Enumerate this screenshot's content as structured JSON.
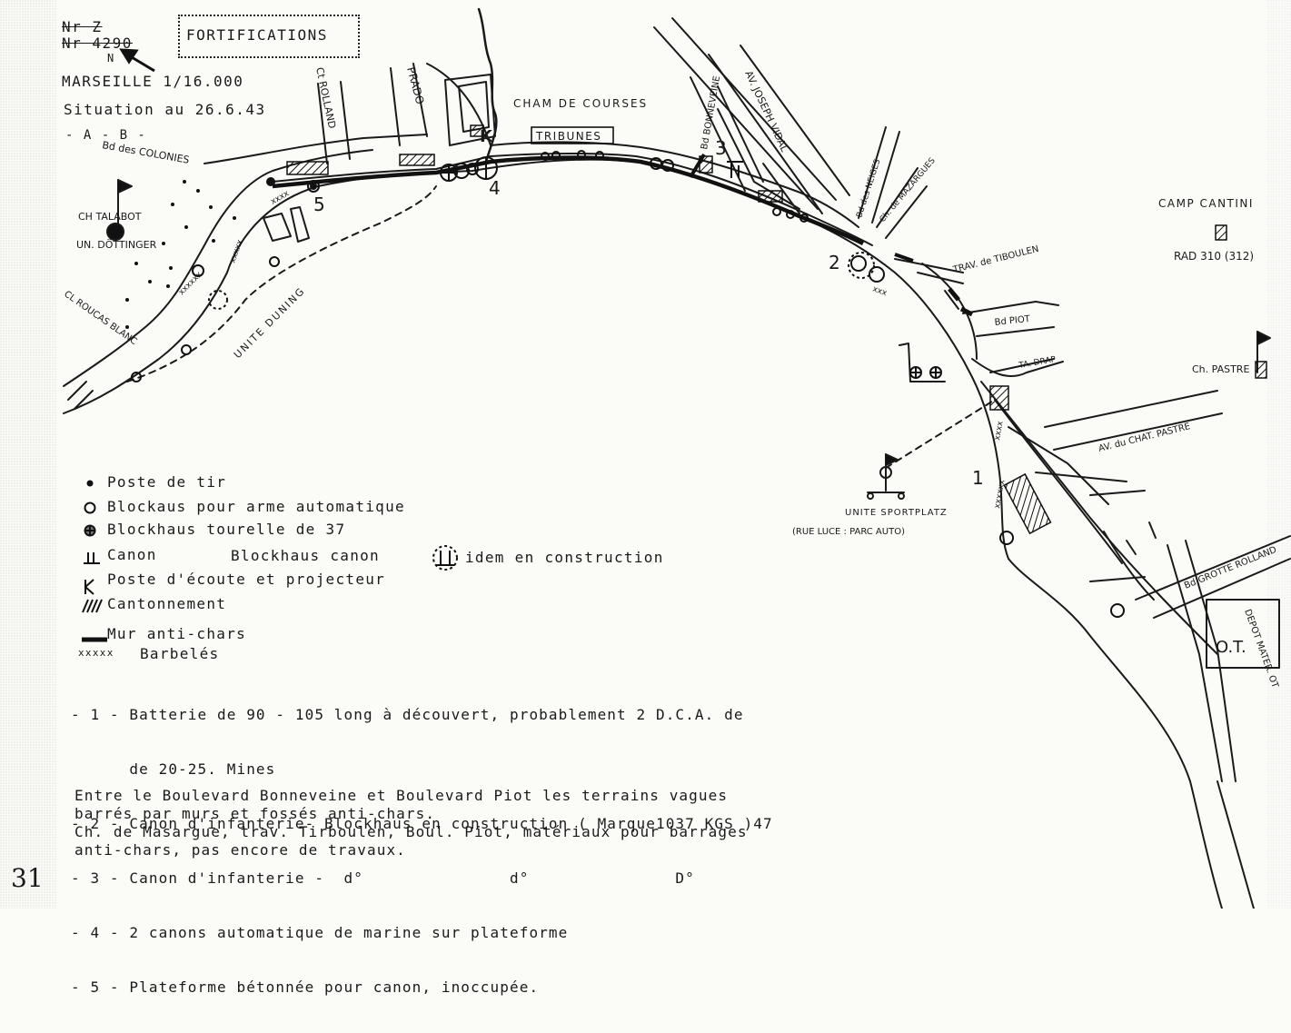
{
  "header": {
    "ref_line1": "Nr Z",
    "ref_line2": "Nr 4290",
    "north": "N",
    "title": "FORTIFICATIONS",
    "city_scale": "MARSEILLE 1/16.000",
    "situation": "Situation au 26.6.43",
    "parts": "- A - B -"
  },
  "map_labels": {
    "colonies": "Bd des COLONIES",
    "cl_rolland": "Ct ROLLAND",
    "prado": "PRADO",
    "cham_courses": "CHAM DE COURSES",
    "tribunes": "TRIBUNES",
    "bd_bonneveine": "Bd BONNEVEINE",
    "av_joseph_vidal": "AV. JOSEPH VIDAL",
    "bd_des_neiges": "Bd des NEIGES",
    "ch_mazargues": "Ch. de MAZARGUES",
    "ch_talabot": "CH TALABOT",
    "un_dottinger": "UN. DÖTTINGER",
    "cl_roucas": "CL ROUCAS BLANC",
    "unite_duning": "UNITE DUNING",
    "camp_cantini": "CAMP CANTINI",
    "rad": "RAD 310 (312)",
    "trav_tiboulen": "TRAV. de TIBOULEN",
    "bd_piot": "Bd PIOT",
    "ta_drap": "TA. DRAP",
    "ch_pastre": "Ch. PASTRE",
    "av_chat_pastre": "AV. du CHAT. PASTRE",
    "unite_sportplatz": "UNITE SPORTPLATZ",
    "rue_luce": "(RUE LUCE : PARC AUTO)",
    "grotte_rolland": "Bd GROTTE ROLLAND",
    "depot": "DEPOT MATER. OT",
    "depot_ot": "O.T.",
    "n1": "1",
    "n2": "2",
    "n3": "3",
    "n4": "4",
    "n5": "5"
  },
  "legend": [
    {
      "symbol": "dot-icon",
      "text": "Poste de tir"
    },
    {
      "symbol": "circle-icon",
      "text": "Blockaus pour arme automatique"
    },
    {
      "symbol": "cross-circle-icon",
      "text": "Blockhaus tourelle de 37"
    },
    {
      "symbol": "cannon-icon",
      "text": "Canon"
    },
    {
      "symbol": "cannon-blockhaus-icon",
      "text": "Blockhaus canon"
    },
    {
      "symbol": "construction-icon",
      "text": "idem en construction"
    },
    {
      "symbol": "listening-post-icon",
      "text": "Poste d'écoute et projecteur"
    },
    {
      "symbol": "hatch-icon",
      "text": "Cantonnement"
    },
    {
      "symbol": "wall-icon",
      "text": "Mur anti-chars"
    },
    {
      "symbol": "barbed-wire-icon",
      "text": "Barbelés"
    }
  ],
  "legend_symbols": {
    "barbed": "xxxxx"
  },
  "notes": [
    "- 1 - Batterie de 90 - 105 long à découvert, probablement 2 D.C.A. de",
    "      de 20-25. Mines",
    "- 2 - Canon d'infanterie- Blockhaus en construction ( Marque1037 KGS )47",
    "- 3 - Canon d'infanterie -  d°               d°               D°",
    "- 4 - 2 canons automatique de marine sur plateforme",
    "- 5 - Plateforme bétonnée pour canon, inoccupée."
  ],
  "paragraph": [
    "Entre le Boulevard Bonneveine et Boulevard Piot les terrains vagues",
    "barrés par murs et fossés anti-chars.",
    "Ch. de Masargue, trav. Tirboulen, Boul. Piot, matériaux pour barrages",
    "anti-chars, pas encore de travaux."
  ],
  "page_number": "31"
}
